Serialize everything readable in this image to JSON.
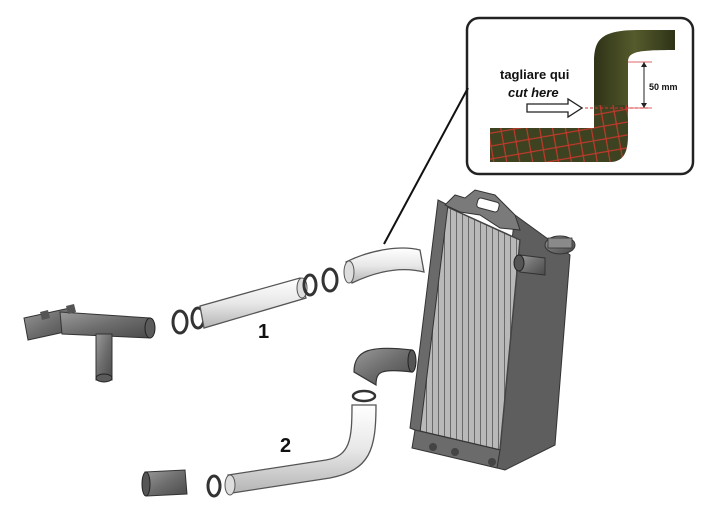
{
  "callout": {
    "instruction_it": "tagliare qui",
    "instruction_en": "cut here",
    "dimension": "50 mm"
  },
  "labels": {
    "upper_hose": "1",
    "lower_hose": "2"
  },
  "colors": {
    "hose_inset": "#3a3f1e",
    "mesh": "#c0392b",
    "cut_line": "#d93030",
    "part_gray": "#7a7a7a"
  }
}
